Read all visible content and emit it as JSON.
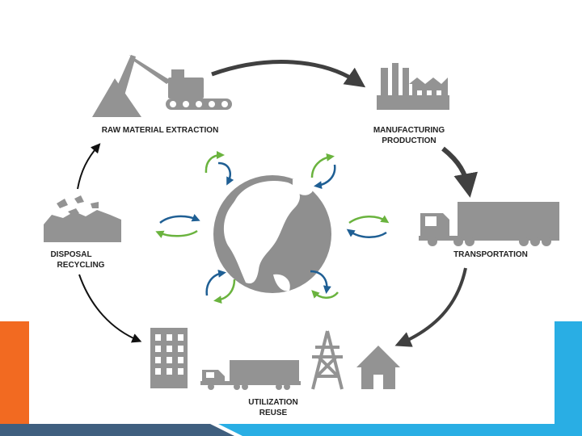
{
  "stages": {
    "raw_material": "RAW MATERIAL EXTRACTION",
    "manufacturing_line1": "MANUFACTURING",
    "manufacturing_line2": "PRODUCTION",
    "transportation": "TRANSPORTATION",
    "utilization_line1": "UTILIZATION",
    "utilization_line2": "REUSE",
    "disposal_line1": "DISPOSAL",
    "disposal_line2": "RECYCLING"
  },
  "colors": {
    "icon_gray": "#939393",
    "arrow_dark": "#404040",
    "arrow_green": "#6ab33e",
    "arrow_blue": "#1f5f94",
    "slide_orange": "#f26a21",
    "slide_blue": "#29aee4",
    "slide_navy": "#3f5f7f"
  },
  "icons": [
    "excavator-icon",
    "factory-icon",
    "truck-icon",
    "building-icon",
    "power-tower-icon",
    "house-icon",
    "waste-pile-icon",
    "globe-icon"
  ]
}
